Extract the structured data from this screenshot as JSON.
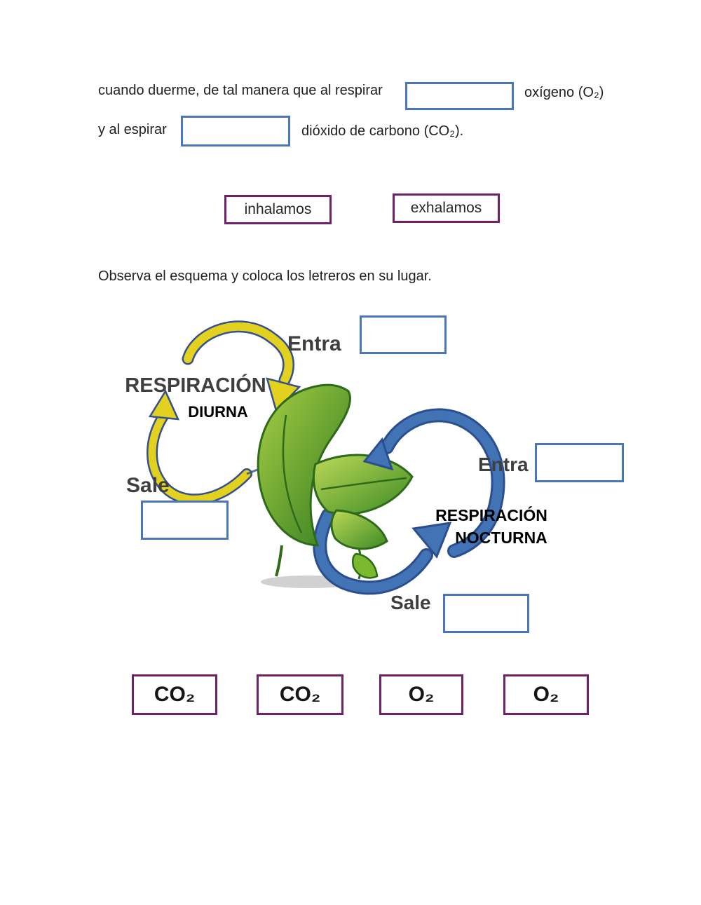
{
  "intro": {
    "line1_before": "cuando duerme, de tal manera que al respirar",
    "line1_after": "oxígeno (O₂)",
    "line2_before": "y al espirar",
    "line2_after": "dióxido de carbono (CO₂)."
  },
  "word_bank": {
    "options": [
      {
        "label": "inhalamos"
      },
      {
        "label": "exhalamos"
      }
    ]
  },
  "instruction": "Observa el esquema y coloca los letreros en su lugar.",
  "diagram": {
    "entra_top": "Entra",
    "respiracion_diurna_line1": "RESPIRACIÓN",
    "respiracion_diurna_line2": "DIURNA",
    "sale_left": "Sale",
    "entra_right": "Entra",
    "respiracion_nocturna_line1": "RESPIRACIÓN",
    "respiracion_nocturna_line2": "NOCTURNA",
    "sale_bottom": "Sale"
  },
  "answer_tiles": [
    {
      "label": "CO₂"
    },
    {
      "label": "CO₂"
    },
    {
      "label": "O₂"
    },
    {
      "label": "O₂"
    }
  ],
  "colors": {
    "blank_border_blue": "#4a76ba",
    "tile_border_purple": "#6e2166",
    "arrow_yellow": "#e2d21f",
    "arrow_blue": "#4173b5",
    "arrow_outline_navy": "#2b4f8e",
    "leaf_green_light": "#a8cf45",
    "leaf_green_dark": "#2f7a1f",
    "label_gray": "#3f3f3f"
  }
}
